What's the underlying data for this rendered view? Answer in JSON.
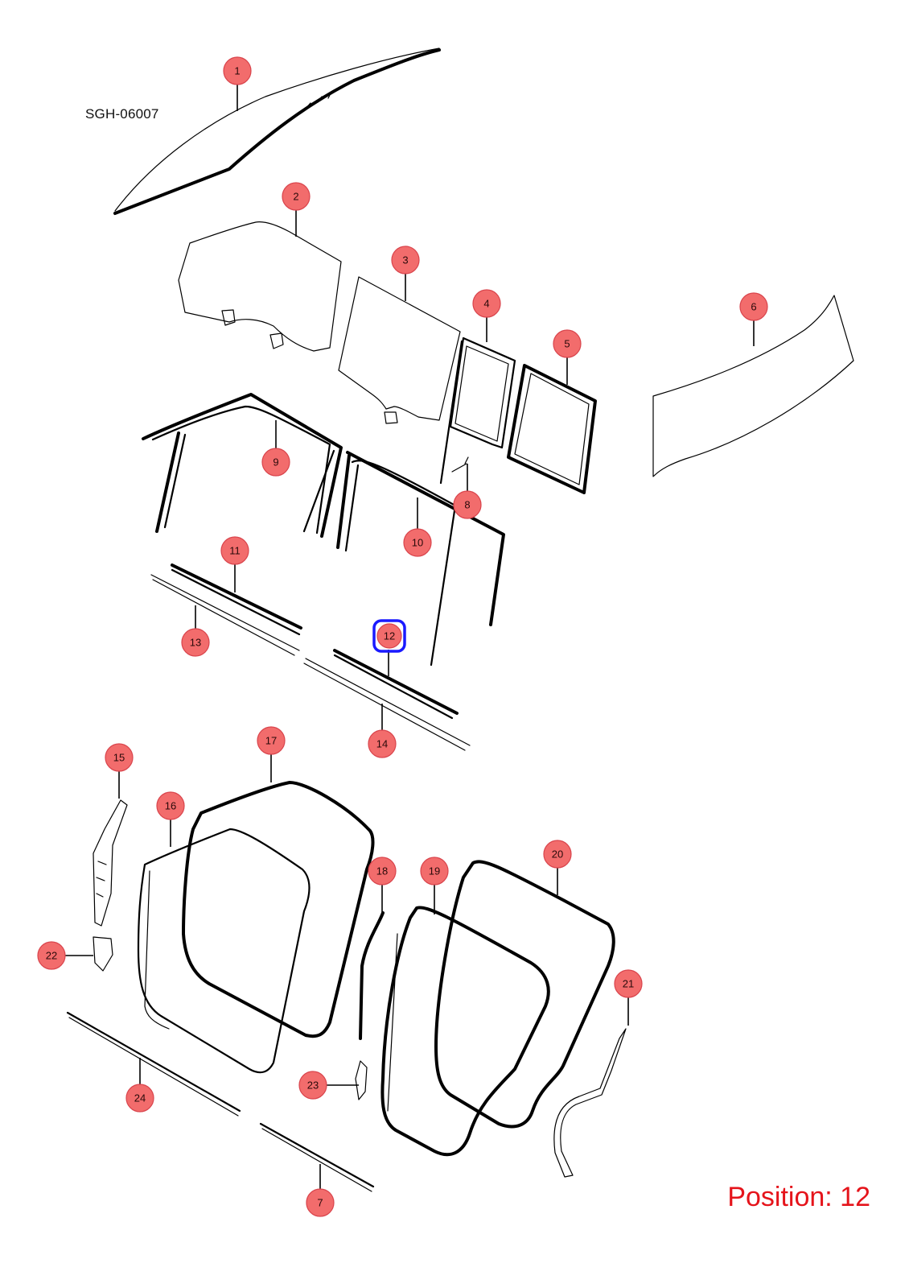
{
  "diagram": {
    "code": "SGH-06007",
    "position_text": "Position: 12",
    "selected_callout": "12",
    "colors": {
      "callout_fill": "#f26c6c",
      "callout_stroke": "#d9444c",
      "highlight": "#1a1aff",
      "position_text": "#e5141b"
    },
    "callouts": [
      "1",
      "2",
      "3",
      "4",
      "5",
      "6",
      "7",
      "8",
      "9",
      "10",
      "11",
      "12",
      "13",
      "14",
      "15",
      "16",
      "17",
      "18",
      "19",
      "20",
      "21",
      "22",
      "23",
      "24"
    ]
  }
}
